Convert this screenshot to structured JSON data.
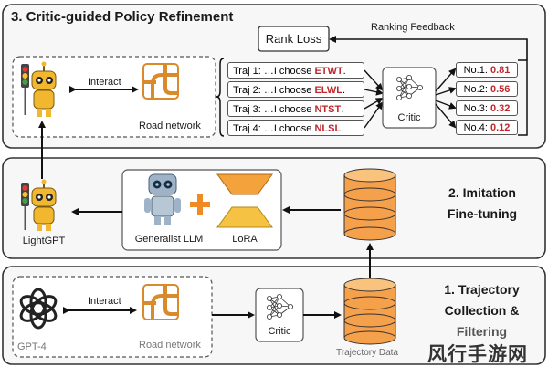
{
  "sections": {
    "policy_refinement": {
      "title": "3. Critic-guided Policy Refinement",
      "ranking_feedback": "Ranking Feedback",
      "rank_loss": "Rank Loss",
      "interact": "Interact",
      "road_network": "Road network",
      "critic": "Critic",
      "period": ".",
      "trajectories": [
        {
          "text": "Traj 1: …I choose ",
          "choice": "ETWT"
        },
        {
          "text": "Traj 2: …I choose ",
          "choice": "ELWL"
        },
        {
          "text": "Traj 3: …I choose ",
          "choice": "NTST"
        },
        {
          "text": "Traj 4: …I choose ",
          "choice": "NLSL"
        }
      ],
      "rankings": [
        {
          "label": "No.1:",
          "score": "0.81"
        },
        {
          "label": "No.2:",
          "score": "0.56"
        },
        {
          "label": "No.3:",
          "score": "0.32"
        },
        {
          "label": "No.4:",
          "score": "0.12"
        }
      ]
    },
    "imitation": {
      "title_line1": "2. Imitation",
      "title_line2": "Fine-tuning",
      "lightgpt": "LightGPT",
      "generalist_llm": "Generalist LLM",
      "lora": "LoRA"
    },
    "trajectory_collection": {
      "title_line1": "1. Trajectory",
      "title_line2": "Collection &",
      "title_line3": "Filtering",
      "interact": "Interact",
      "gpt4": "GPT-4",
      "road_network": "Road network",
      "critic": "Critic",
      "trajectory_data": "Trajectory Data"
    }
  },
  "watermark": "风行手游网",
  "colors": {
    "accent_red": "#c0282e",
    "database_orange": "#f5a04a",
    "lora_orange": "#f3a23c",
    "road_orange": "#d98b2b",
    "robot_yellow": "#f1b72e",
    "panel_bg": "#f7f7f7"
  },
  "icons": [
    "robot-icon",
    "road-network-icon",
    "neural-network-icon",
    "database-icon",
    "plus-icon",
    "lora-icon",
    "gpt4-logo-icon"
  ]
}
